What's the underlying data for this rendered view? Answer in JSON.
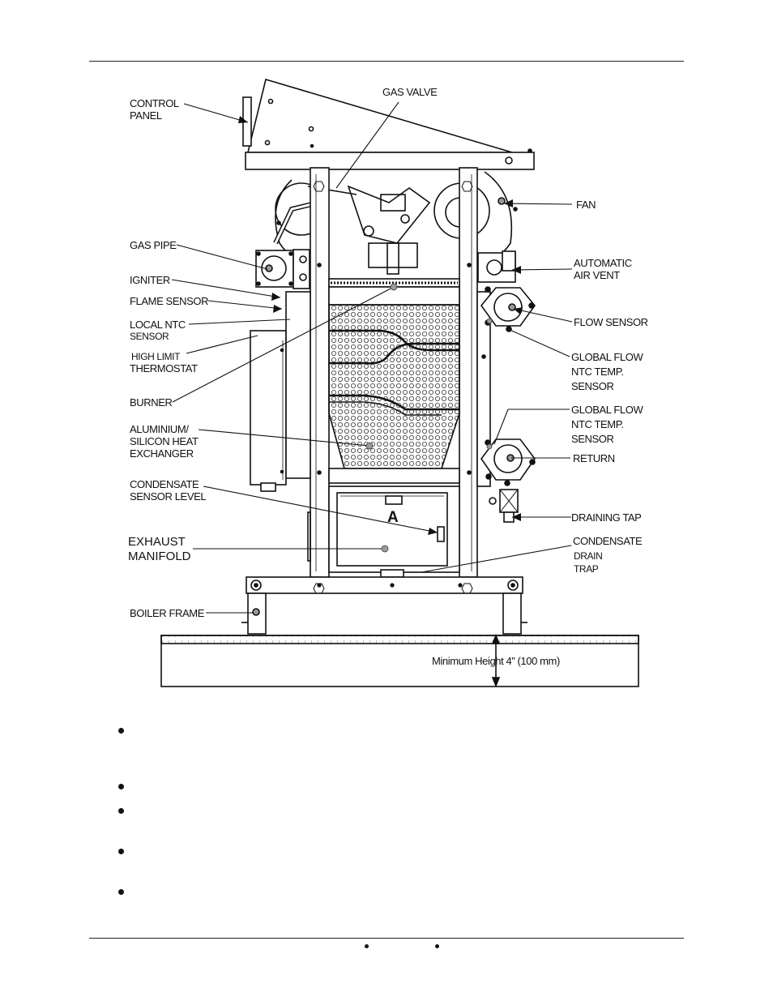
{
  "diagram": {
    "labels": {
      "control_panel": [
        "CONTROL",
        "PANEL"
      ],
      "gas_valve": "GAS VALVE",
      "fan": "FAN",
      "gas_pipe": "GAS PIPE",
      "automatic_air_vent": [
        "AUTOMATIC",
        "AIR VENT"
      ],
      "igniter": "IGNITER",
      "flame_sensor": "FLAME SENSOR",
      "local_ntc_sensor": [
        "LOCAL NTC",
        "SENSOR"
      ],
      "flow_sensor": "FLOW SENSOR",
      "high_limit_thermostat": [
        "HIGH LIMIT",
        "THERMOSTAT"
      ],
      "global_flow_ntc_1": [
        "GLOBAL FLOW",
        "NTC TEMP.",
        "SENSOR"
      ],
      "burner": "BURNER",
      "heat_exchanger": [
        "ALUMINIUM/",
        "SILICON HEAT",
        "EXCHANGER"
      ],
      "global_flow_ntc_2": [
        "GLOBAL FLOW",
        "NTC TEMP.",
        "SENSOR"
      ],
      "return": "RETURN",
      "condensate_sensor_level": [
        "CONDENSATE",
        "SENSOR LEVEL"
      ],
      "draining_tap": "DRAINING TAP",
      "exhaust_manifold": [
        "EXHAUST",
        "MANIFOLD"
      ],
      "condensate_drain_trap": [
        "CONDENSATE",
        "DRAIN",
        "TRAP"
      ],
      "boiler_frame": "BOILER FRAME",
      "minimum_height": "Minimum Height 4” (100 mm)",
      "section_letter": "A"
    }
  }
}
